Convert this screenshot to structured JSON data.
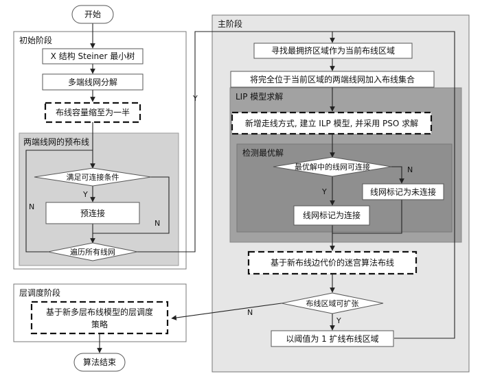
{
  "start": "开始",
  "init_stage": {
    "title": "初始阶段",
    "step1": "X 结构 Steiner 最小树",
    "step2": "多端线网分解",
    "step3": "布线容量缩至为一半",
    "pre_route": {
      "title": "两端线网的预布线",
      "cond": "满足可连接条件",
      "action": "预连接",
      "loop": "遍历所有线网"
    }
  },
  "main_stage": {
    "title": "主阶段",
    "step1": "寻找最拥挤区域作为当前布线区域",
    "step2": "将完全位于当前区域的两端线网加入布线集合",
    "lip": {
      "title": "LIP 模型求解",
      "step": "新增走线方式, 建立 ILP 模型, 并采用 PSO 求解",
      "detect": {
        "title": "检测最优解",
        "cond": "最优解中的线网可连接",
        "yes_action": "线网标记为连接",
        "no_action": "线网标记为未连接"
      }
    },
    "maze": "基于新布线边代价的迷宫算法布线",
    "expand_cond": "布线区域可扩张",
    "expand_action": "以阈值为 1 扩线布线区域"
  },
  "layer_stage": {
    "title": "层调度阶段",
    "step_line1": "基于新多层布线模型的层调度",
    "step_line2": "策略"
  },
  "end": "算法结束",
  "labels": {
    "y": "Y",
    "n": "N"
  }
}
